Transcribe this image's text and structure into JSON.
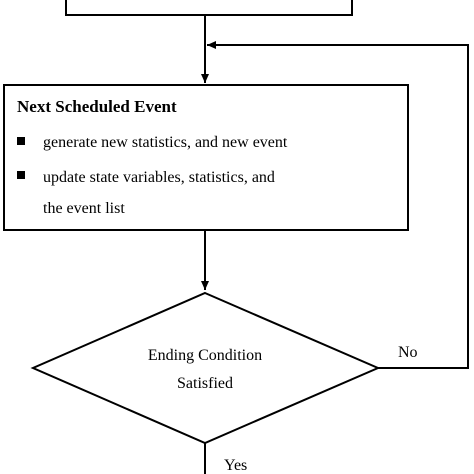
{
  "diagram": {
    "top_box": {
      "text": ""
    },
    "event_box": {
      "title": "Next Scheduled Event",
      "bullets": [
        {
          "line1": "generate new statistics, and new event",
          "line2": ""
        },
        {
          "line1": "update state variables, statistics, and",
          "line2": "the event list"
        }
      ]
    },
    "decision": {
      "line1": "Ending Condition",
      "line2": "Satisfied"
    },
    "branches": {
      "no_label": "No",
      "yes_label": "Yes"
    }
  }
}
